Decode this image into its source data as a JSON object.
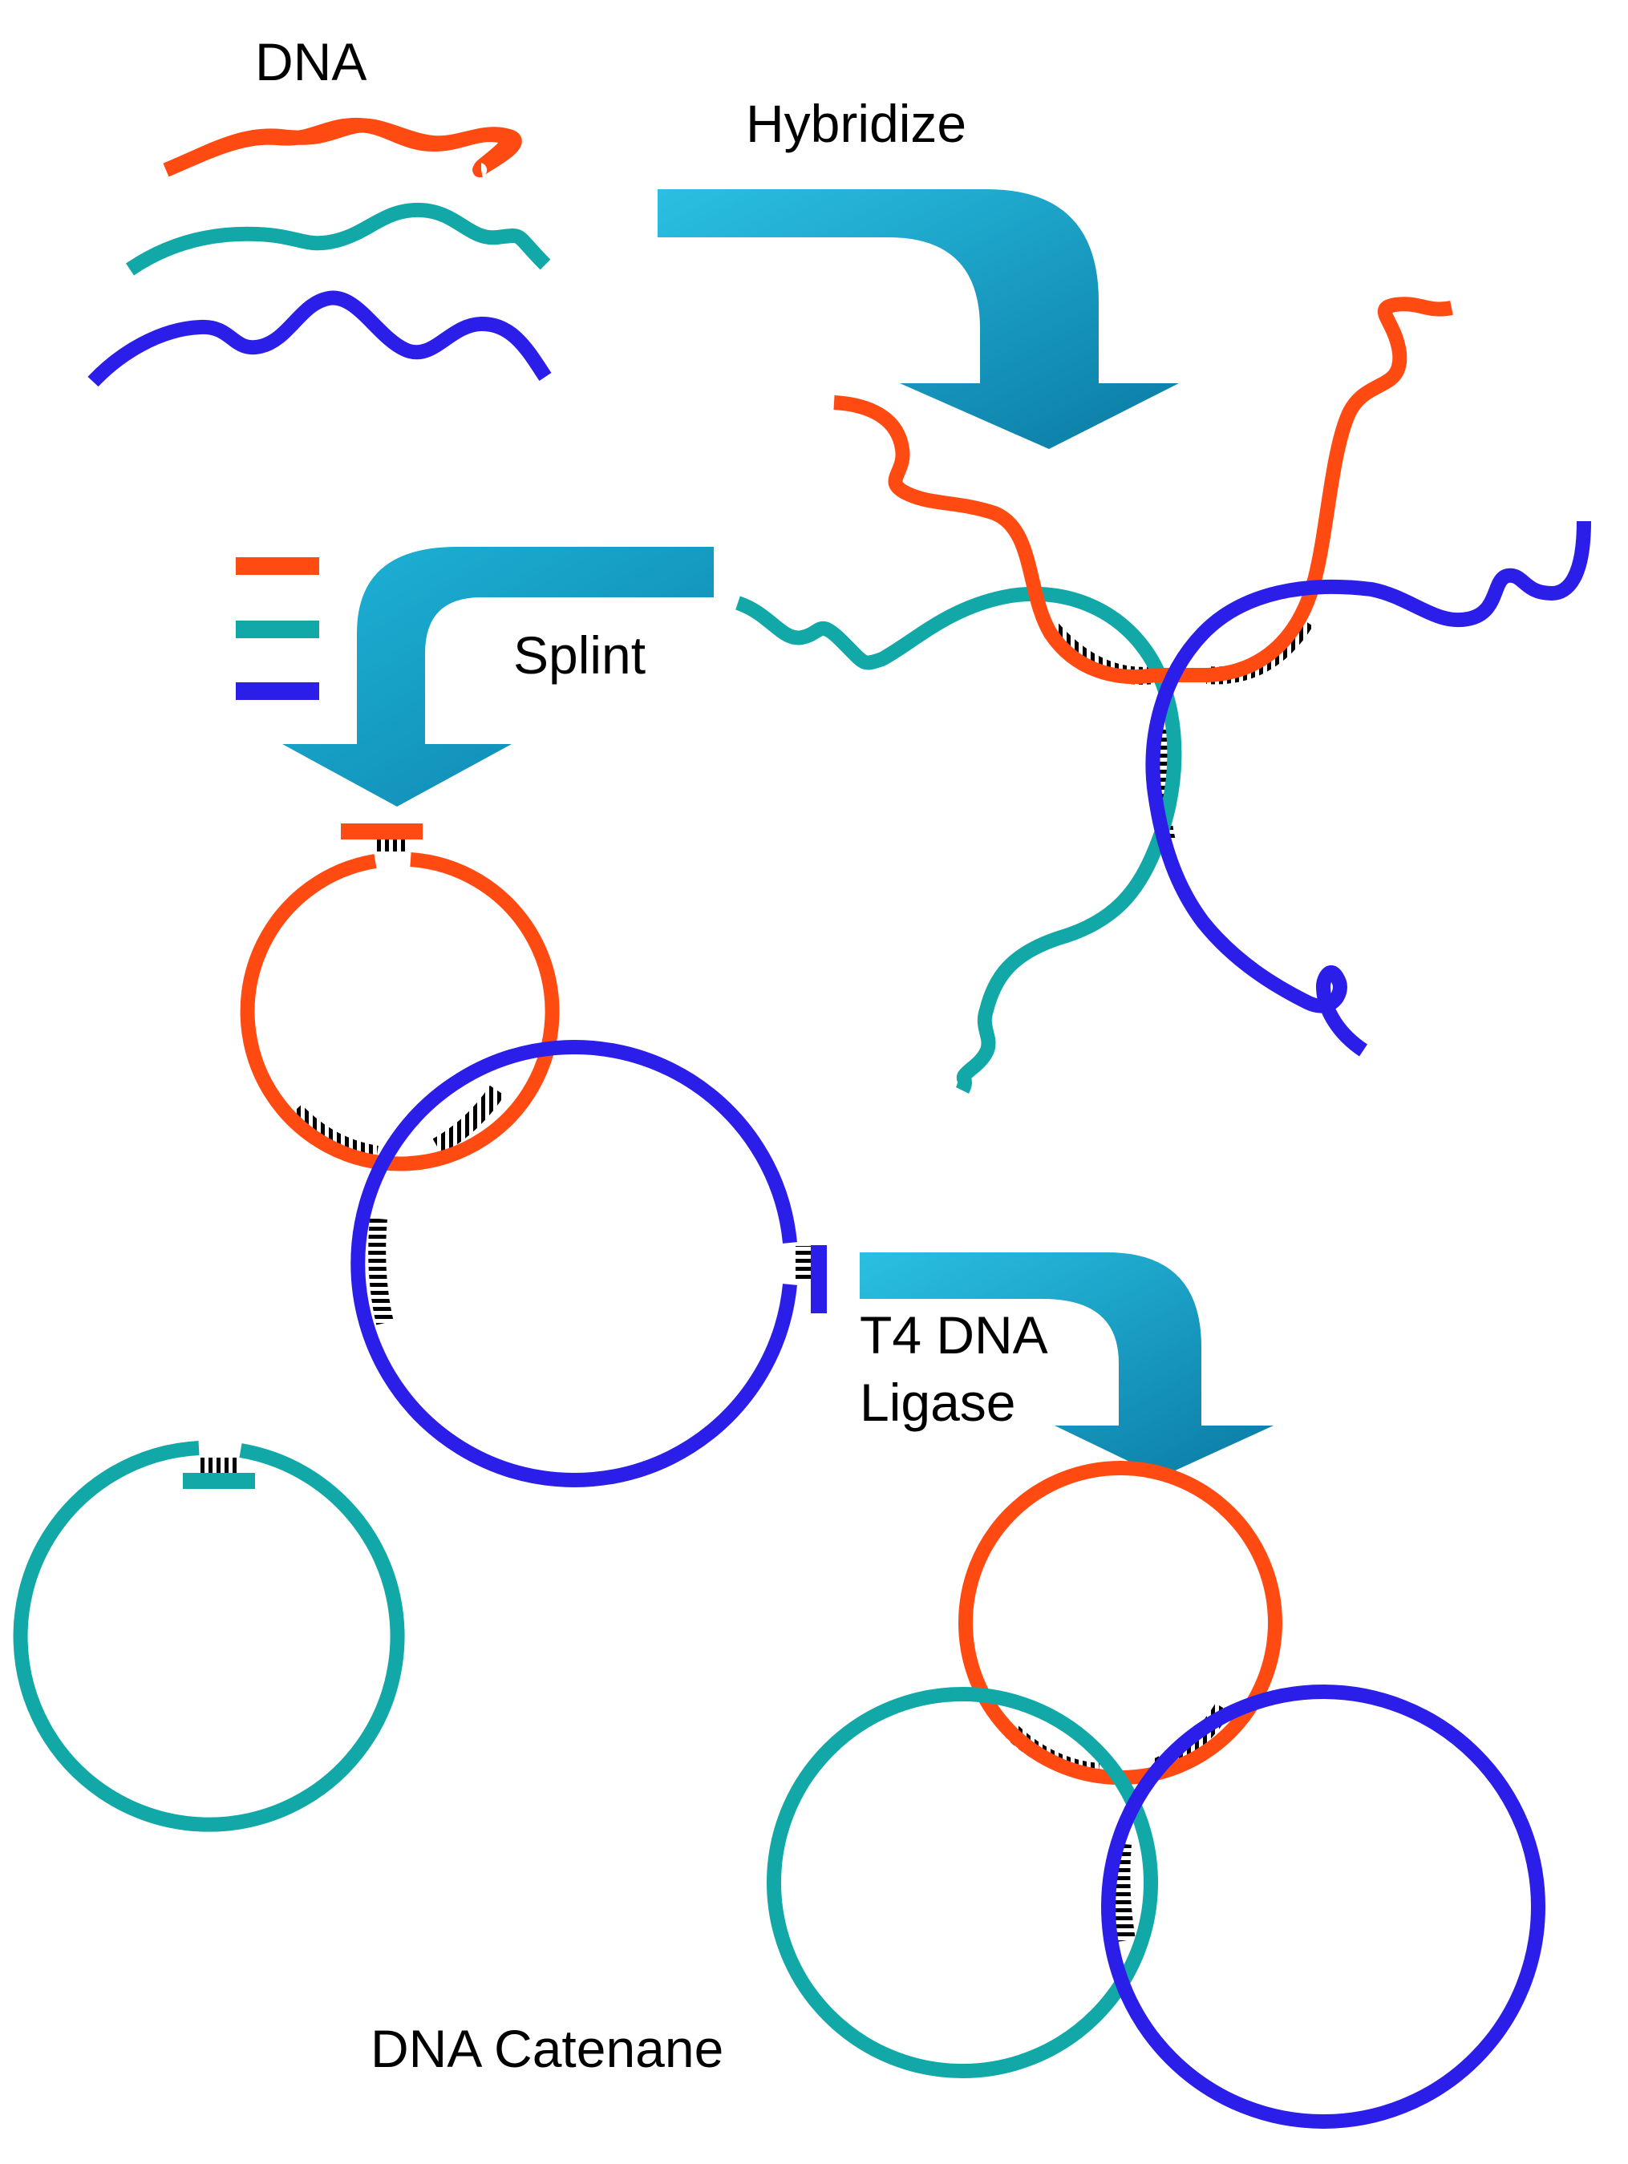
{
  "labels": {
    "dna": "DNA",
    "hybridize": "Hybridize",
    "splint": "Splint",
    "ligase_line1": "T4 DNA",
    "ligase_line2": "Ligase",
    "catenane": "DNA Catenane"
  },
  "colors": {
    "strand_red": "#ff4a12",
    "strand_teal": "#12a8a8",
    "strand_blue": "#2a1ee8",
    "arrow_light": "#22b8dc",
    "arrow_dark": "#0a7fa8",
    "base_pair": "#000000"
  }
}
